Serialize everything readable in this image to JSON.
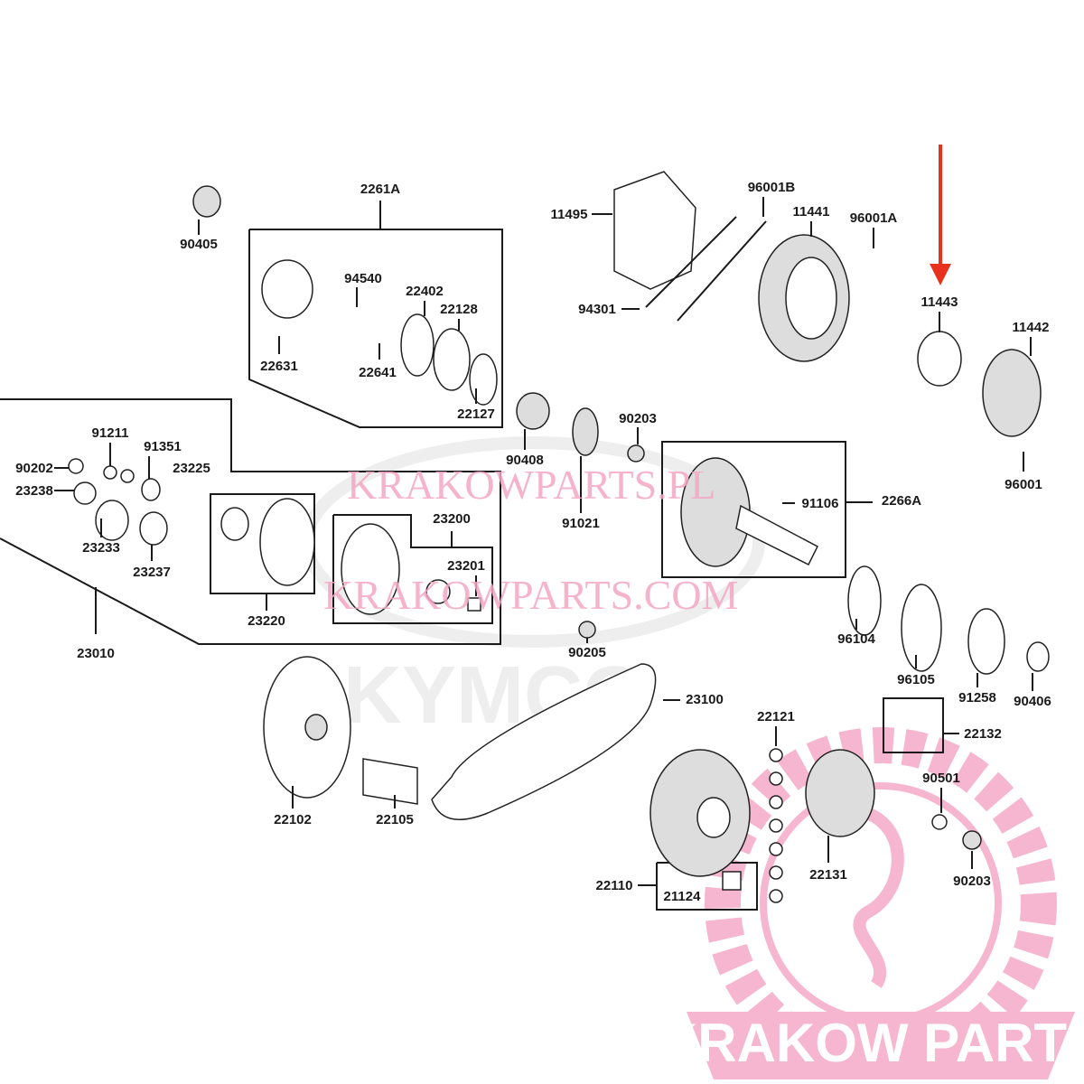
{
  "diagram": {
    "part_labels": [
      "90405",
      "2261A",
      "94540",
      "22402",
      "22128",
      "22631",
      "22641",
      "22127",
      "11495",
      "96001B",
      "11441",
      "96001A",
      "94301",
      "11443",
      "11442",
      "96001",
      "90408",
      "91021",
      "90203",
      "91106",
      "2266A",
      "91211",
      "91351",
      "90202",
      "23225",
      "23238",
      "23233",
      "23237",
      "23200",
      "23201",
      "23220",
      "23010",
      "90205",
      "96104",
      "96105",
      "91258",
      "90406",
      "23100",
      "22121",
      "22132",
      "22102",
      "22105",
      "90501",
      "22110",
      "21124",
      "22131",
      "90203"
    ],
    "highlighted_part": "11443",
    "highlight_color": "#e8321e"
  },
  "watermarks": {
    "top": "KRAKOWPARTS.PL",
    "bottom": "KRAKOWPARTS.COM",
    "brand": "KYMCO",
    "logo_text": "KRAKOW PARTS",
    "logo_color": "#f7b6cf"
  }
}
